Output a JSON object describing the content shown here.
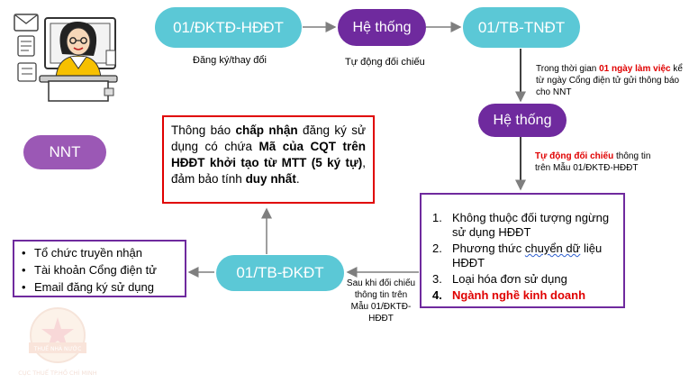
{
  "nodes": {
    "form_register": "01/ĐKTĐ-HĐĐT",
    "system_top": "Hệ thống",
    "form_notice_receive": "01/TB-TNĐT",
    "system_mid": "Hệ thống",
    "form_notice_result": "01/TB-ĐKĐT",
    "nnt": "NNT"
  },
  "captions": {
    "register_change": "Đăng ký/thay đổi",
    "auto_compare": "Tự động đối chiếu"
  },
  "note_time": {
    "prefix": "Trong thời gian ",
    "highlight": "01 ngày làm việc",
    "suffix": " kể từ ngày Cổng điện tử gửi thông báo cho NNT"
  },
  "note_compare": {
    "highlight": "Tự động đối chiếu",
    "suffix": " thông tin trên Mẫu 01/ĐKTĐ-HĐĐT"
  },
  "note_after": "Sau khi đối chiếu thông tin trên Mẫu 01/ĐKTĐ-HĐĐT",
  "accept_notice": {
    "p1": "Thông báo ",
    "b1": "chấp nhận",
    "p2": " đăng ký sử dụng có chứa ",
    "b2": "Mã của CQT trên HĐĐT khởi tạo từ MTT (5 ký tự)",
    "p3": ", đảm bảo tính ",
    "b3": "duy nhất",
    "p4": "."
  },
  "reasons": [
    {
      "num": "1.",
      "text": "Không thuộc đối tượng ngừng sử dụng HĐĐT"
    },
    {
      "num": "2.",
      "text_a": "Phương thức ",
      "text_b": "chuyển  dữ",
      "text_c": " liệu HĐĐT"
    },
    {
      "num": "3.",
      "text": "Loại hóa đơn sử dụng"
    },
    {
      "num": "4.",
      "text": "Ngành nghề kinh doanh"
    }
  ],
  "channels": [
    "Tổ chức truyền nhận",
    "Tài khoản Cổng điện tử",
    "Email đăng ký sử dụng"
  ],
  "logo": {
    "ribbon": "THUẾ NHÀ NƯỚC",
    "caption": "CỤC THUẾ TP.HỒ CHÍ MINH"
  },
  "colors": {
    "teal": "#5bc8d6",
    "purple": "#6f2a9e",
    "nnt": "#9b58b5",
    "red": "#e00000",
    "arrow": "#7f7f7f"
  }
}
